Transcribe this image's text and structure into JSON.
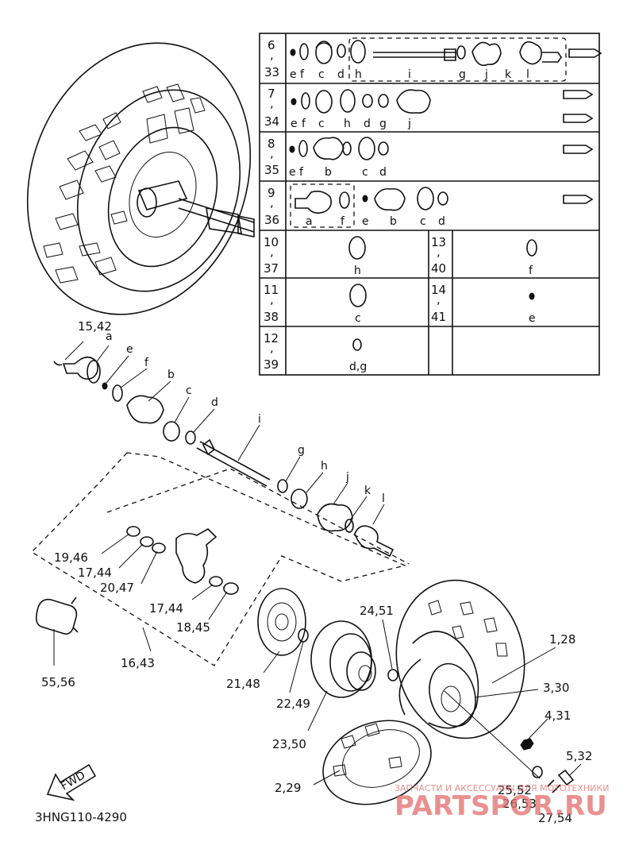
{
  "diagram_code": "3HNG110-4290",
  "fwd_label": "FWD",
  "watermark": {
    "line1": "ЗАПЧАСТИ И АКСЕССУАРЫ ДЛЯ МОТОТЕХНИКИ",
    "line2": "PARTSPOR.RU"
  },
  "table": {
    "rows": [
      {
        "num": [
          "6",
          ",",
          "33"
        ],
        "letters": [
          "e",
          "f",
          "c",
          "d",
          "h",
          "i",
          "g",
          "j",
          "k",
          "l"
        ]
      },
      {
        "num": [
          "7",
          ",",
          "34"
        ],
        "letters": [
          "e",
          "f",
          "c",
          "h",
          "d",
          "g",
          "j"
        ]
      },
      {
        "num": [
          "8",
          ",",
          "35"
        ],
        "letters": [
          "e",
          "f",
          "b",
          "c",
          "d"
        ]
      },
      {
        "num": [
          "9",
          ",",
          "36"
        ],
        "letters": [
          "a",
          "f",
          "e",
          "b",
          "c",
          "d"
        ]
      },
      {
        "num": [
          "10",
          ",",
          "37"
        ],
        "letters": [
          "h"
        ],
        "right_num": [
          "13",
          ",",
          "40"
        ],
        "right_letters": [
          "f"
        ]
      },
      {
        "num": [
          "11",
          ",",
          "38"
        ],
        "letters": [
          "c"
        ],
        "right_num": [
          "14",
          ",",
          "41"
        ],
        "right_letters": [
          "e"
        ]
      },
      {
        "num": [
          "12",
          ",",
          "39"
        ],
        "letters": [
          "d,g"
        ]
      }
    ]
  },
  "callouts": {
    "c15_42": "15,42",
    "a": "a",
    "e": "e",
    "f": "f",
    "b": "b",
    "c": "c",
    "d": "d",
    "i": "i",
    "g": "g",
    "h": "h",
    "j": "j",
    "k": "k",
    "l": "l",
    "c19_46": "19,46",
    "c17_44a": "17,44",
    "c20_47": "20,47",
    "c17_44b": "17,44",
    "c18_45": "18,45",
    "c16_43": "16,43",
    "c55_56": "55,56",
    "c21_48": "21,48",
    "c22_49": "22,49",
    "c23_50": "23,50",
    "c24_51": "24,51",
    "c1_28": "1,28",
    "c3_30": "3,30",
    "c4_31": "4,31",
    "c5_32": "5,32",
    "c2_29": "2,29",
    "c25_52": "25,52",
    "c26_53": "26,53",
    "c27_54": "27,54"
  }
}
